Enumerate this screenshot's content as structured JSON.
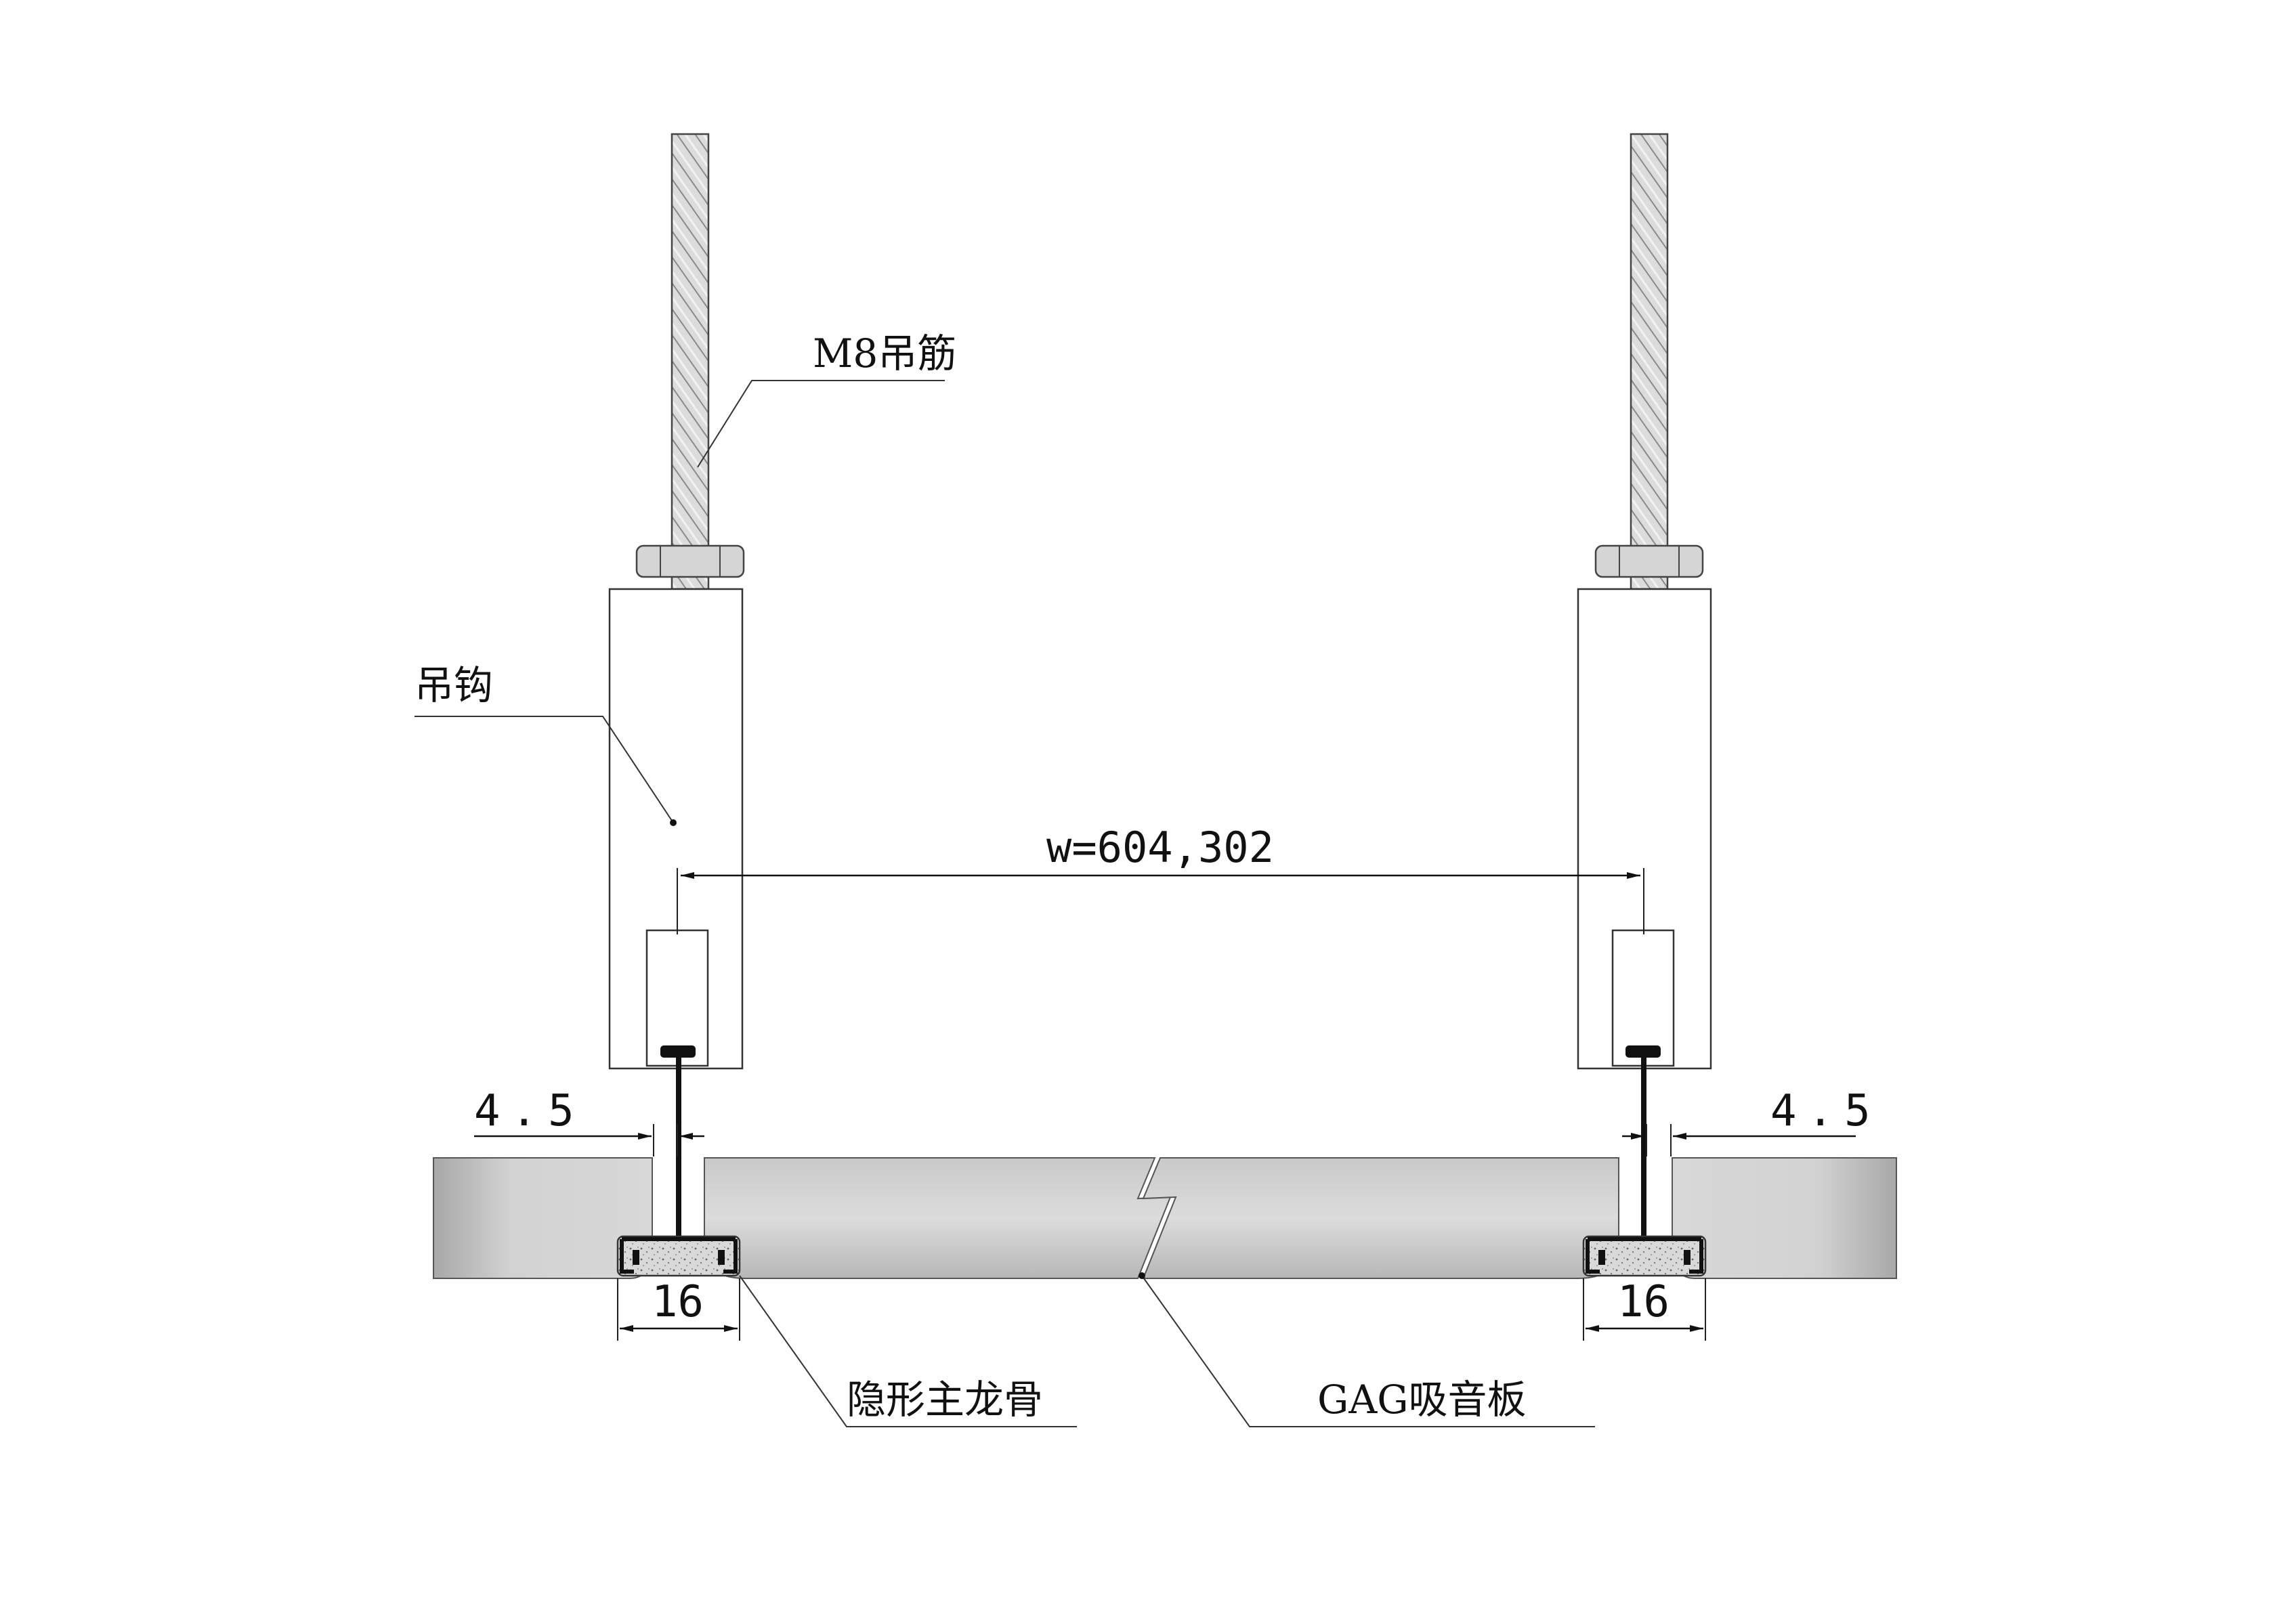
{
  "labels": {
    "rod": "M8吊筋",
    "hook": "吊钩",
    "width": "w=604,302",
    "gap_left": "4.5",
    "gap_right": "4.5",
    "keel_width_left": "16",
    "keel_width_right": "16",
    "keel": "隐形主龙骨",
    "panel": "GAG吸音板"
  }
}
